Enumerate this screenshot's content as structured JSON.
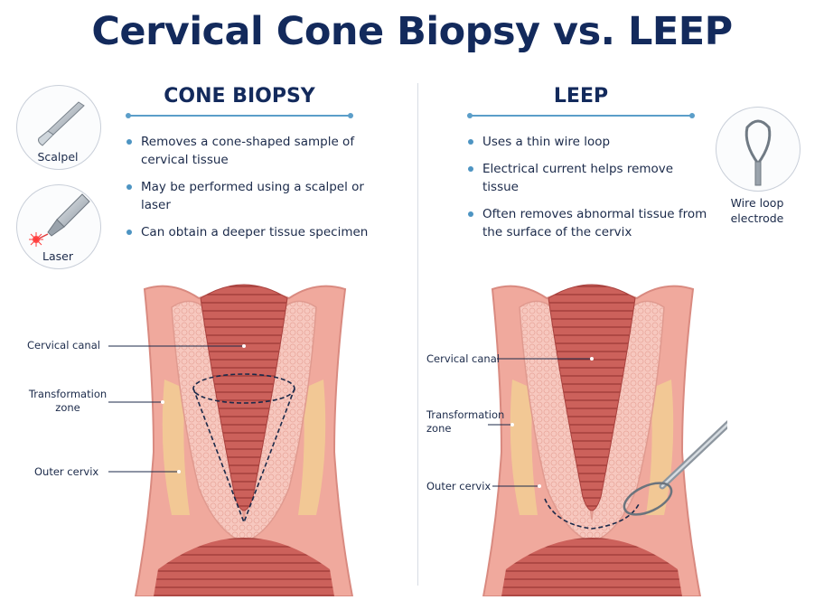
{
  "title": "Cervical Cone Biopsy vs. LEEP",
  "cone": {
    "heading": "CONE BIOPSY",
    "bullets": [
      "Removes a cone-shaped sample of cervical tissue",
      "May be performed using a scalpel or laser",
      "Can obtain a deeper tissue specimen"
    ],
    "tools": {
      "scalpel": "Scalpel",
      "laser": "Laser"
    },
    "labels": {
      "canal": "Cervical canal",
      "tz": "Transformation zone",
      "outer": "Outer cervix"
    }
  },
  "leep": {
    "heading": "LEEP",
    "bullets": [
      "Uses a thin wire loop",
      "Electrical current helps remove tissue",
      "Often removes abnormal tissue from the surface of the cervix"
    ],
    "tools": {
      "loop": "Wire loop electrode"
    },
    "labels": {
      "canal": "Cervical canal",
      "tz": "Transformation zone",
      "outer": "Outer cervix"
    }
  },
  "colors": {
    "navy": "#132a5c",
    "accent_blue": "#4d94c2",
    "tissue_pink": "#f3b8ae",
    "canal_red": "#c2524e",
    "transformation_yellow": "#f2cf94"
  }
}
